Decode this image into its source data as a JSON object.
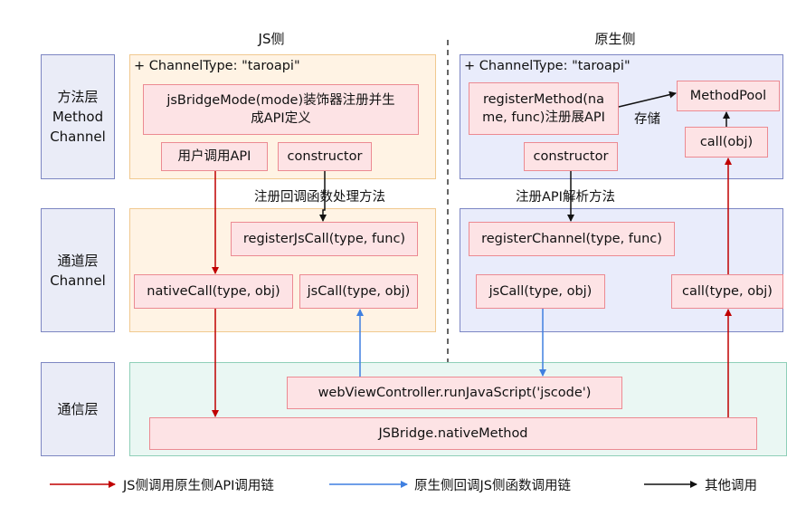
{
  "columns": {
    "js_side": "JS侧",
    "native_side": "原生侧"
  },
  "layers": {
    "method": [
      "方法层",
      "Method",
      "Channel"
    ],
    "channel": [
      "通道层",
      "Channel"
    ],
    "comm": [
      "通信层"
    ]
  },
  "js_method": {
    "channel_type": "+ ChannelType: \"taroapi\"",
    "decorator": [
      "jsBridgeMode(mode)装饰器注册并生",
      "成API定义"
    ],
    "user_call_api": "用户调用API",
    "constructor": "constructor"
  },
  "native_method": {
    "channel_type": "+ ChannelType: \"taroapi\"",
    "register_method": [
      "registerMethod(na",
      "me, func)注册展API"
    ],
    "method_pool": "MethodPool",
    "store": "存储",
    "call_obj": "call(obj)",
    "constructor": "constructor"
  },
  "annotations": {
    "register_callback": "注册回调函数处理方法",
    "register_api_parse": "注册API解析方法"
  },
  "js_channel": {
    "register_js_call": "registerJsCall(type, func)",
    "native_call": "nativeCall(type, obj)",
    "js_call": "jsCall(type, obj)"
  },
  "native_channel": {
    "register_channel": "registerChannel(type, func)",
    "js_call": "jsCall(type, obj)",
    "call": "call(type, obj)"
  },
  "comm": {
    "run_js": "webViewController.runJavaScript('jscode')",
    "native_method": "JSBridge.nativeMethod"
  },
  "legend": {
    "red": "JS侧调用原生侧API调用链",
    "blue": "原生侧回调JS侧函数调用链",
    "black": "其他调用"
  },
  "colors": {
    "red": "#c00000",
    "blue": "#3f7fe0",
    "black": "#111111"
  }
}
